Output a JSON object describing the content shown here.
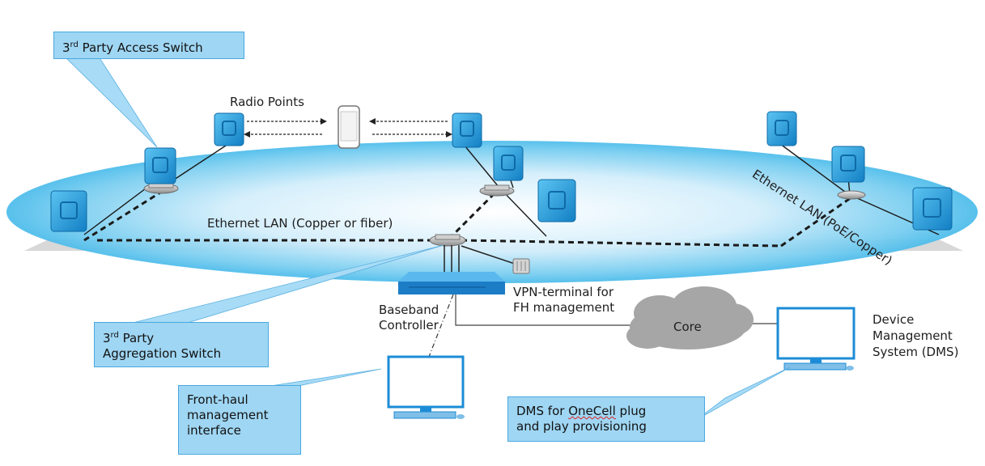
{
  "callouts": {
    "access_switch": {
      "prefix": "3",
      "sup": "rd",
      "rest": " Party Access Switch"
    },
    "aggregation_switch": {
      "prefix": "3",
      "sup": "rd",
      "rest": " Party",
      "line2": "Aggregation Switch"
    },
    "fronthaul": {
      "line1": "Front-haul",
      "line2": "management",
      "line3": "interface"
    },
    "dms_provisioning": {
      "line1_a": "DMS for ",
      "line1_b": "OneCell",
      "line1_c": " plug",
      "line2": "and play provisioning"
    }
  },
  "labels": {
    "radio_points": "Radio Points",
    "ethernet_lan_left": "Ethernet LAN (Copper or fiber)",
    "ethernet_lan_right": "Ethernet LAN (PoE/Copper)",
    "vpn_line1": "VPN-terminal for",
    "vpn_line2": "FH management",
    "baseband_line1": "Baseband",
    "baseband_line2": "Controller",
    "core": "Core",
    "dms_line1": "Device",
    "dms_line2": "Management",
    "dms_line3": "System (DMS)"
  },
  "colors": {
    "lan_ellipse": "#5fc6ee",
    "radio_point": "#1e9ee0",
    "callout_fill": "#9fd6f3",
    "cloud": "#a8a8a8"
  }
}
